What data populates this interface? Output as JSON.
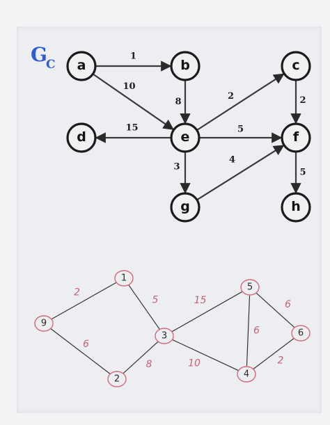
{
  "printed_graph": {
    "title": "G",
    "title_subscript": "C",
    "nodes": [
      {
        "id": "a",
        "label": "a"
      },
      {
        "id": "b",
        "label": "b"
      },
      {
        "id": "c",
        "label": "c"
      },
      {
        "id": "d",
        "label": "d"
      },
      {
        "id": "e",
        "label": "e"
      },
      {
        "id": "f",
        "label": "f"
      },
      {
        "id": "g",
        "label": "g"
      },
      {
        "id": "h",
        "label": "h"
      }
    ],
    "edges": [
      {
        "from": "a",
        "to": "b",
        "weight": "1"
      },
      {
        "from": "a",
        "to": "e",
        "weight": "10"
      },
      {
        "from": "b",
        "to": "e",
        "weight": "8"
      },
      {
        "from": "e",
        "to": "d",
        "weight": "15"
      },
      {
        "from": "e",
        "to": "c",
        "weight": "2"
      },
      {
        "from": "c",
        "to": "f",
        "weight": "2"
      },
      {
        "from": "e",
        "to": "f",
        "weight": "5"
      },
      {
        "from": "e",
        "to": "g",
        "weight": "3"
      },
      {
        "from": "g",
        "to": "f",
        "weight": "4"
      },
      {
        "from": "f",
        "to": "h",
        "weight": "5"
      }
    ]
  },
  "handwritten_graph": {
    "nodes": [
      {
        "id": "1",
        "label": "1"
      },
      {
        "id": "2",
        "label": "2"
      },
      {
        "id": "3",
        "label": "3"
      },
      {
        "id": "4",
        "label": "4"
      },
      {
        "id": "5",
        "label": "5"
      },
      {
        "id": "6",
        "label": "6"
      },
      {
        "id": "9",
        "label": "9"
      }
    ],
    "edges": [
      {
        "from": "9",
        "to": "1",
        "weight": "2"
      },
      {
        "from": "9",
        "to": "2",
        "weight": "6"
      },
      {
        "from": "1",
        "to": "3",
        "weight": "5"
      },
      {
        "from": "2",
        "to": "3",
        "weight": "8"
      },
      {
        "from": "3",
        "to": "5",
        "weight": "15"
      },
      {
        "from": "3",
        "to": "4",
        "weight": "10"
      },
      {
        "from": "5",
        "to": "4",
        "weight": "6"
      },
      {
        "from": "5",
        "to": "6",
        "weight": "6"
      },
      {
        "from": "4",
        "to": "6",
        "weight": "2"
      }
    ]
  },
  "colors": {
    "title": "#2e5bd6",
    "hand_circle": "#d46a7a",
    "hand_weight": "#c86272"
  }
}
